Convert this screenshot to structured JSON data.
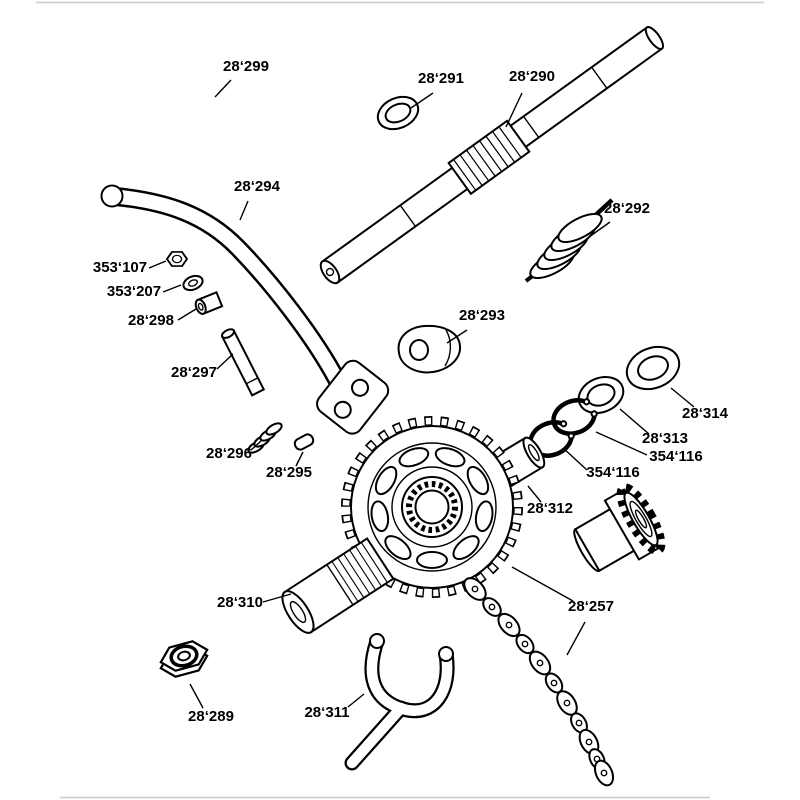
{
  "page": {
    "background": "#ffffff",
    "ink": "#000000",
    "scan_edge_color": "#c9c9c9"
  },
  "diagram": {
    "labels": [
      {
        "text": "28‘299"
      },
      {
        "text": "28‘291"
      },
      {
        "text": "28‘290"
      },
      {
        "text": "28‘294"
      },
      {
        "text": "28‘292"
      },
      {
        "text": "353‘107"
      },
      {
        "text": "353‘207"
      },
      {
        "text": "28‘298"
      },
      {
        "text": "28‘293"
      },
      {
        "text": "28‘297"
      },
      {
        "text": "28‘314"
      },
      {
        "text": "28‘313"
      },
      {
        "text": "354‘116"
      },
      {
        "text": "354‘116"
      },
      {
        "text": "28‘296"
      },
      {
        "text": "28‘295"
      },
      {
        "text": "28‘312"
      },
      {
        "text": "28‘310"
      },
      {
        "text": "28‘257"
      },
      {
        "text": "28‘289"
      },
      {
        "text": "28‘311"
      }
    ]
  }
}
